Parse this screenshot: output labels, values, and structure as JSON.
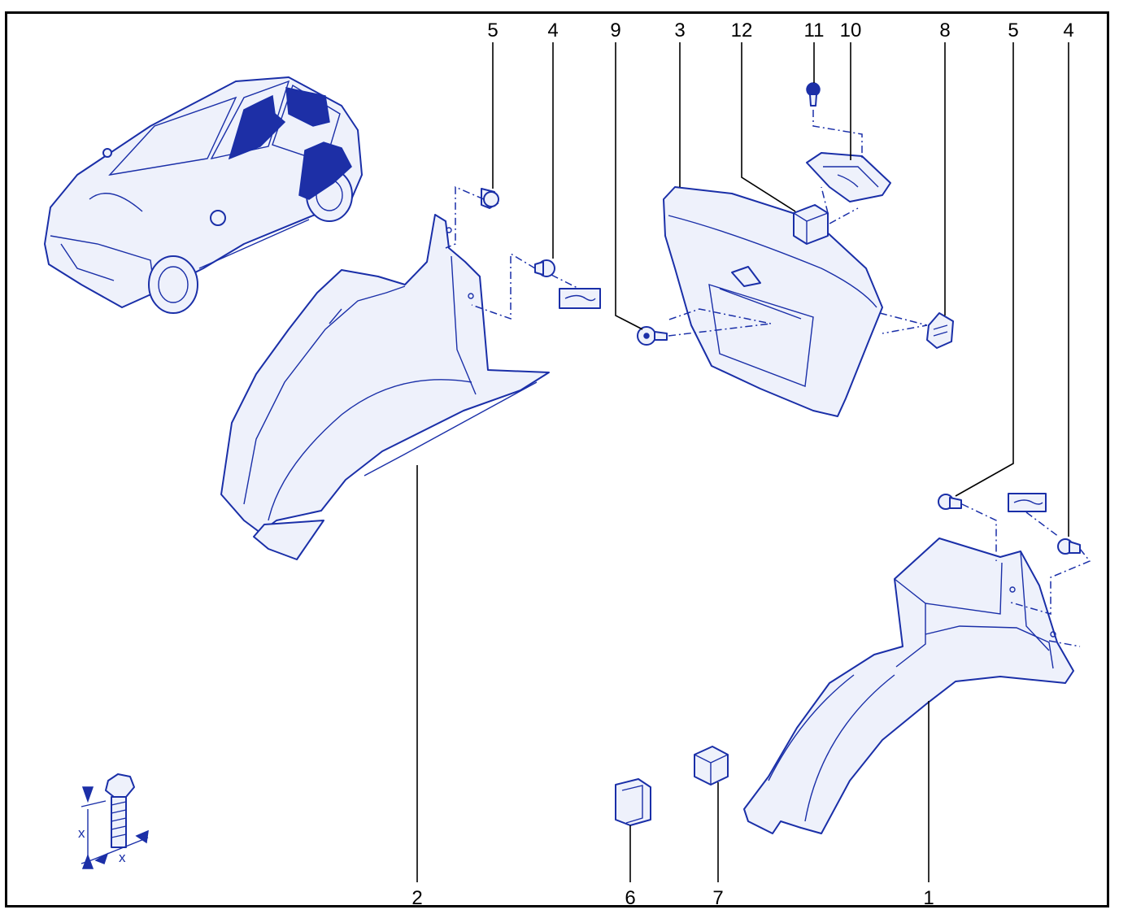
{
  "diagram": {
    "callouts": {
      "c1": "1",
      "c2": "2",
      "c3": "3",
      "c4a": "4",
      "c4b": "4",
      "c5a": "5",
      "c5b": "5",
      "c6": "6",
      "c7": "7",
      "c8": "8",
      "c9": "9",
      "c10": "10",
      "c11": "11",
      "c12": "12"
    },
    "bolt_dimension": {
      "label_vertical": "x",
      "label_horizontal": "x"
    }
  }
}
